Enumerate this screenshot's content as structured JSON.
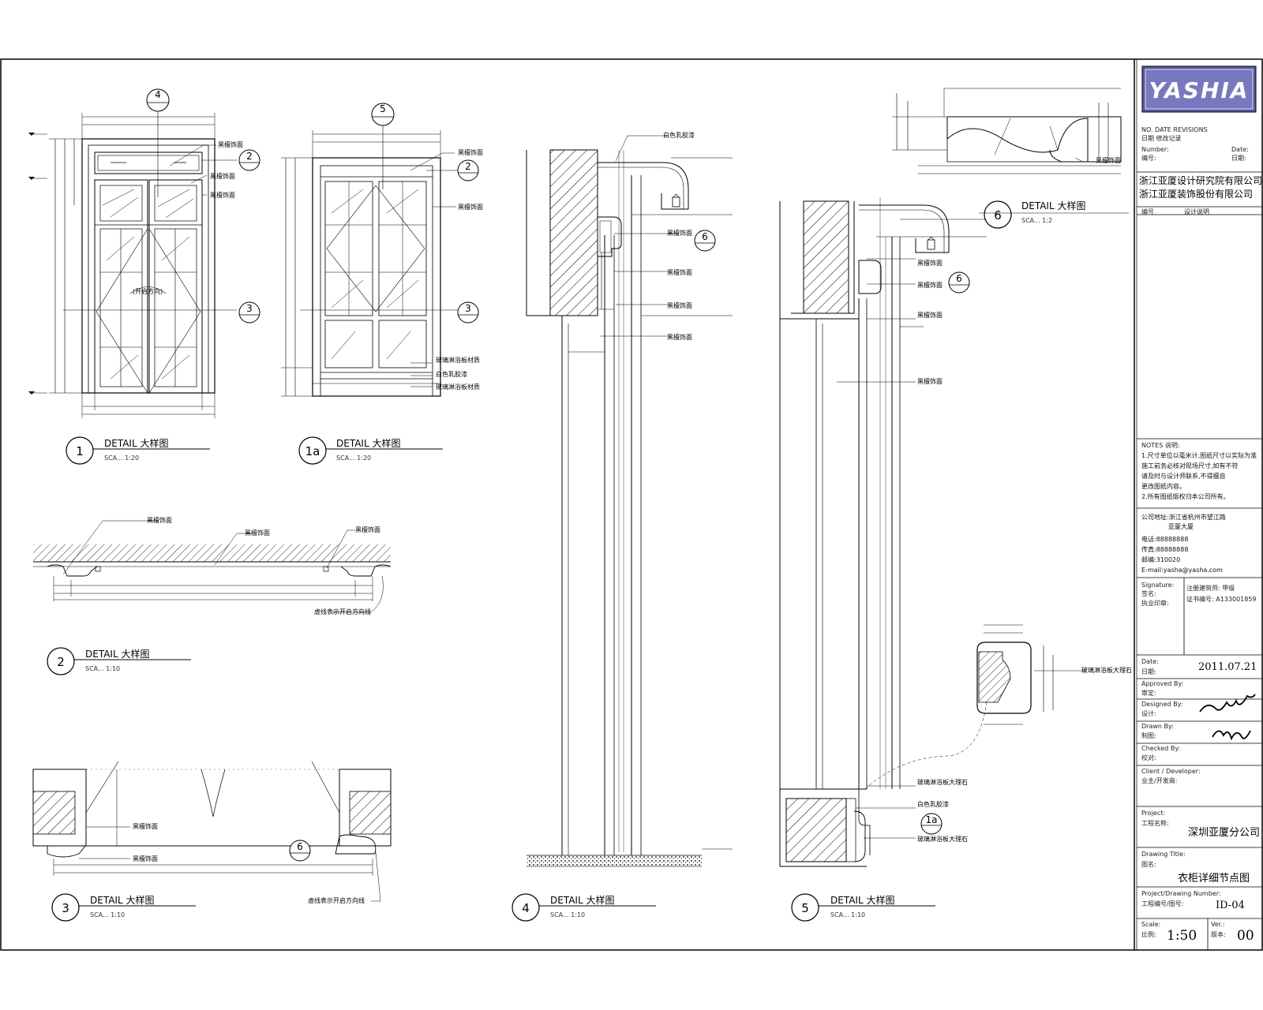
{
  "details": [
    {
      "id": "d1",
      "num": "1",
      "title": "DETAIL 大样图",
      "scale": "SCA... 1:20"
    },
    {
      "id": "d1a",
      "num": "1a",
      "title": "DETAIL 大样图",
      "scale": "SCA... 1:20"
    },
    {
      "id": "d2",
      "num": "2",
      "title": "DETAIL 大样图",
      "scale": "SCA... 1:10"
    },
    {
      "id": "d3",
      "num": "3",
      "title": "DETAIL 大样图",
      "scale": "SCA... 1:10"
    },
    {
      "id": "d4",
      "num": "4",
      "title": "DETAIL 大样图",
      "scale": "SCA... 1:10"
    },
    {
      "id": "d5",
      "num": "5",
      "title": "DETAIL 大样图",
      "scale": "SCA... 1:10"
    },
    {
      "id": "d6",
      "num": "6",
      "title": "DETAIL 大样图",
      "scale": "SCA... 1:2"
    }
  ],
  "markers": {
    "m4": "4",
    "m5": "5",
    "m2": "2",
    "m3": "3",
    "m6": "6",
    "m1a": "1a"
  },
  "labels": {
    "elev1_a": "黑檀饰面",
    "elev1_b": "黑檀饰面",
    "elev1_c": "黑檀饰面",
    "elev1a_a": "黑檀饰面",
    "elev1a_b": "黑檀饰面",
    "elev1a_c": "玻璃淋浴板材质",
    "elev1a_d": "白色乳胶漆",
    "elev1a_e": "玻璃淋浴板材质",
    "plan2_a": "黑檀饰面",
    "plan2_b": "黑檀饰面",
    "plan2_c": "黑檀饰面",
    "plan2_d": "虚线表示开启方向线",
    "sec3_a": "黑檀饰面",
    "sec3_b": "黑檀饰面",
    "sec3_c": "虚线表示开启方向线",
    "sec4_top": "白色乳胶漆",
    "sec4_a": "黑檀饰面",
    "sec4_b": "黑檀饰面",
    "sec4_c": "黑檀饰面",
    "sec4_d": "黑檀饰面",
    "sec5_a": "黑檀饰面",
    "sec5_b": "黑檀饰面",
    "sec5_c": "黑檀饰面",
    "sec5_d": "黑檀饰面",
    "sec5_e": "玻璃淋浴板大理石",
    "sec5_f": "白色乳胶漆",
    "sec5_g": "玻璃淋浴板大理石",
    "d6_a": "黑檀饰面",
    "profile_a": "玻璃淋浴板大理石"
  },
  "titleblock": {
    "logo": "YASHIA",
    "revisions": "NO. DATE REVISIONS",
    "revisions_cn": "日期 修改记录",
    "number_label": "Number:",
    "number_cn": "编号:",
    "date_label": "Date:",
    "date_cn": "日期:",
    "company1": "浙江亚厦设计研究院有限公司",
    "company2": "浙江亚厦装饰股份有限公司",
    "col_no": "编号",
    "col_record": "设计说明",
    "notes_title": "NOTES 说明:",
    "notes": [
      "1.尺寸单位以毫米计,图纸尺寸以实际为准",
      "  施工前务必核对现场尺寸,如有不符",
      "  请及时与设计师联系,不得擅自",
      "  更改图纸内容。",
      "2.所有图纸版权归本公司所有。"
    ],
    "company_addr": "公司地址:浙江省杭州市望江路",
    "company_addr2": "亚厦大厦",
    "tel": "电话:88888888",
    "fax": "传真:88888888",
    "zip": "邮编:310020",
    "email": "E-mail:yasha@yasha.com",
    "signature_label": "Signature:",
    "signature_cn": "签名:",
    "stamp_label": "执业印章:",
    "cert1": "注册建筑师: 甲级",
    "cert2": "证书编号: A133001859",
    "date_value": "2011.07.21",
    "drawn_cn": "审定:",
    "designed_cn": "设计:",
    "drawer_cn": "制图:",
    "checked_cn": "校对:",
    "drawn_label": "Approved By:",
    "designed_label": "Designed By:",
    "drawer_label": "Drawn By:",
    "checked_label": "Checked By:",
    "client_label": "Client / Developer:",
    "client_cn": "业主/开发商:",
    "project_label": "Project:",
    "project_cn": "工程名称:",
    "project_value": "深圳亚厦分公司",
    "drawing_label": "Drawing Title:",
    "drawing_cn": "图名:",
    "drawing_value": "衣柜详细节点图",
    "drawno_label": "Project/Drawing Number:",
    "drawno_cn": "工程编号/图号:",
    "drawno_value": "ID-04",
    "scale_label": "Scale:",
    "scale_cn": "比例:",
    "scale_value": "1:50",
    "ver_label": "Ver.:",
    "ver_cn": "版本:",
    "ver_value": "00"
  }
}
